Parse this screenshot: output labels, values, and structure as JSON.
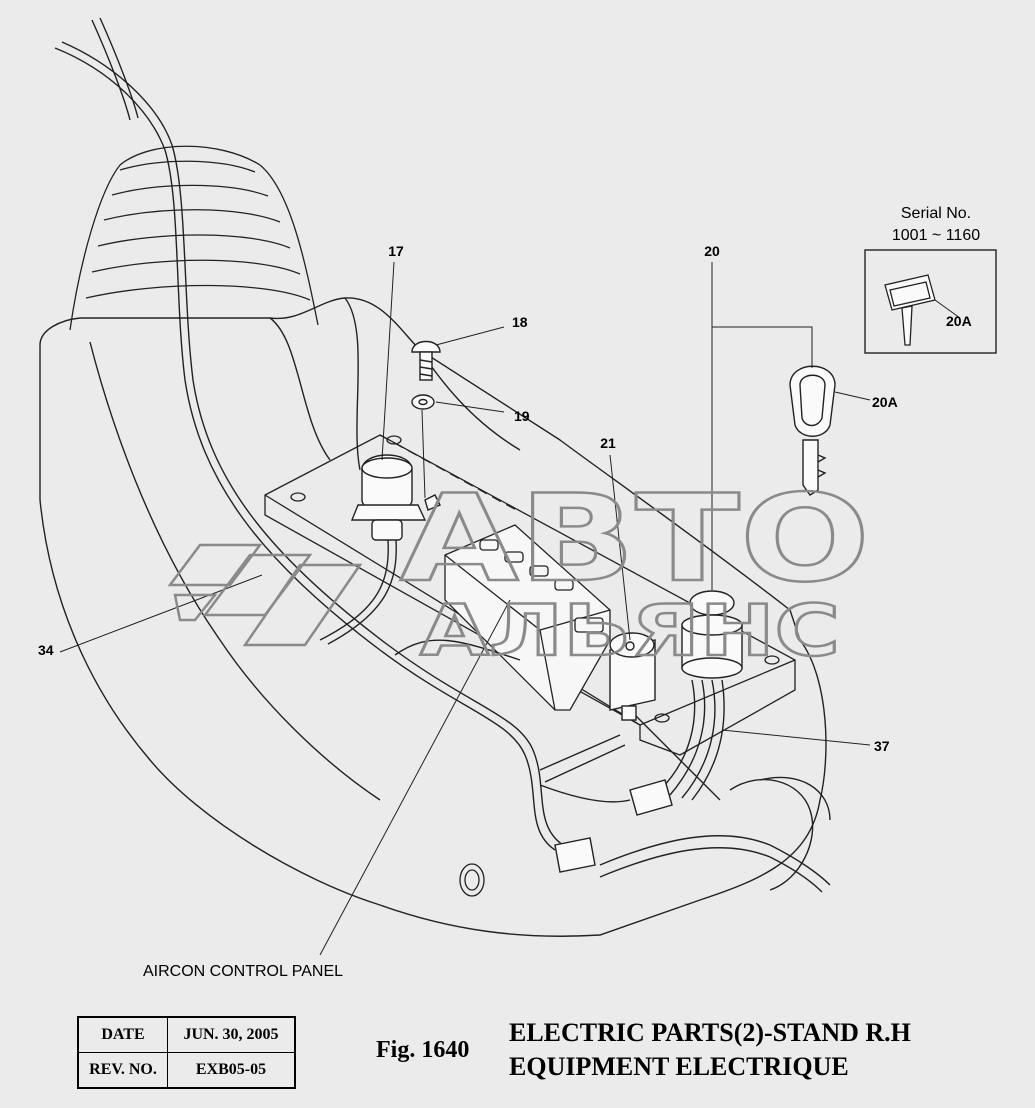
{
  "callouts": {
    "c17": "17",
    "c18": "18",
    "c19": "19",
    "c20": "20",
    "c20a": "20A",
    "c20a_inset": "20A",
    "c21": "21",
    "c34": "34",
    "c37": "37"
  },
  "inset": {
    "serial_label": "Serial No.",
    "serial_range": "1001 ~ 1160"
  },
  "notes": {
    "aircon_panel": "AIRCON CONTROL PANEL"
  },
  "watermark": {
    "line1": "ABTO",
    "line2": "AЛЬЯНС"
  },
  "info": {
    "date_label": "DATE",
    "date_value": "JUN. 30, 2005",
    "rev_label": "REV. NO.",
    "rev_value": "EXB05-05"
  },
  "figure": {
    "number": "Fig. 1640",
    "title_line1": "ELECTRIC PARTS(2)-STAND R.H",
    "title_line2": "EQUIPMENT ELECTRIQUE"
  }
}
